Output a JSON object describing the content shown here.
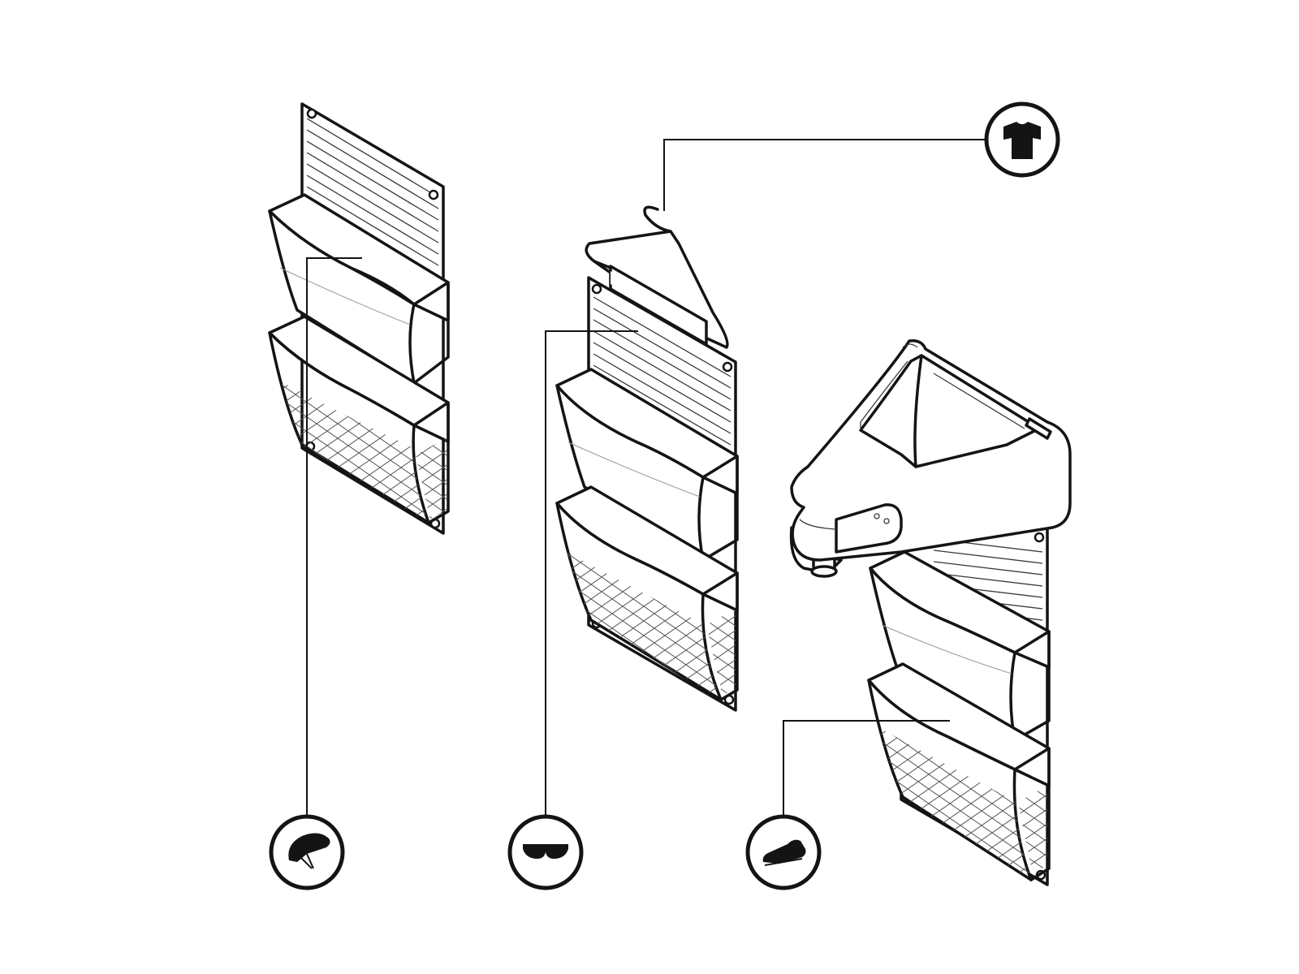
{
  "palette": {
    "ink": "#141414",
    "background": "#ffffff"
  },
  "units": [
    {
      "id": "wall-organizer-1",
      "mount": "wall-grommets",
      "pockets": 2,
      "callout_icon": "bike-helmet-icon"
    },
    {
      "id": "wall-organizer-2",
      "mount": "clothes-hanger",
      "pockets": 2,
      "callout_icon": "sunglasses-icon",
      "top_icon": "jersey-icon"
    },
    {
      "id": "wall-organizer-3",
      "mount": "bracket-clamp",
      "pockets": 2,
      "callout_icon": "cycling-shoe-icon"
    }
  ]
}
